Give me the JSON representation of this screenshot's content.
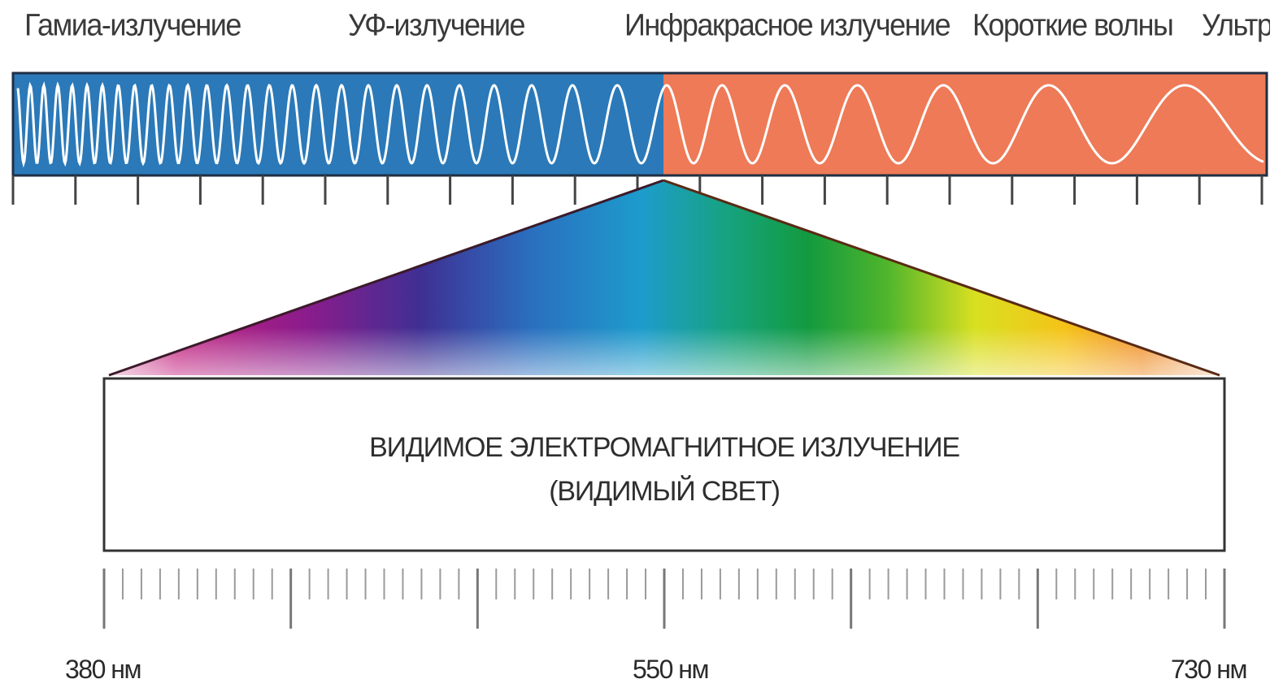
{
  "spectrum_bands": [
    "Гамиа-излучение",
    "УФ-излучение",
    "Инфракрасное излучение",
    "Короткие волны",
    "Ультр"
  ],
  "visible_box": {
    "line1": "ВИДИМОЕ ЭЛЕКТРОМАГНИТНОЕ ИЗЛУЧЕНИЕ",
    "line2": "(ВИДИМЫЙ СВЕТ)"
  },
  "wavelength_scale": {
    "min_label": "380 нм",
    "mid_label": "550 нм",
    "max_label": "730 нм"
  },
  "colors": {
    "high_energy_band": "#2b79b8",
    "low_energy_band": "#ee7a57",
    "wave_line": "#ffffff",
    "tick_color": "#555555"
  }
}
